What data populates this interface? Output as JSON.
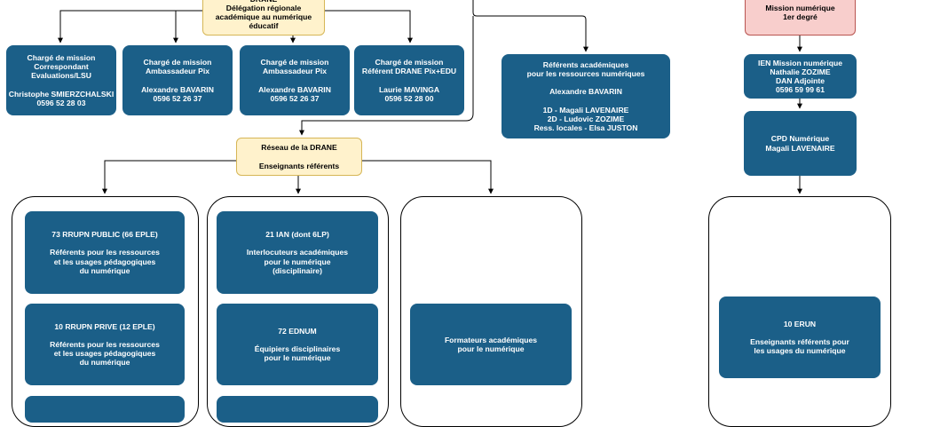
{
  "top": {
    "drane": [
      "DRANE",
      "Délégation régionale",
      "académique au numérique",
      "éducatif"
    ],
    "mission_premier_degre": [
      "Mission numérique",
      "1er degré"
    ]
  },
  "charges": [
    [
      "Chargé de mission",
      "Correspondant",
      "Evaluations/LSU",
      "",
      "Christophe SMIERZCHALSKI",
      "0596 52 28 03"
    ],
    [
      "Chargé de mission",
      "Ambassadeur Pix",
      "",
      "Alexandre BAVARIN",
      "0596 52 26 37"
    ],
    [
      "Chargé de mission",
      "Ambassadeur Pix",
      "",
      "Alexandre BAVARIN",
      "0596 52 26 37"
    ],
    [
      "Chargé de mission",
      "Référent DRANE Pix+EDU",
      "",
      "Laurie MAVINGA",
      "0596 52 28 00"
    ]
  ],
  "referents_ressources": [
    "Référents académiques",
    "pour les ressources numériques",
    "",
    "Alexandre BAVARIN",
    "",
    "1D - Magali LAVENAIRE",
    "2D - Ludovic ZOZIME",
    "Ress. locales - Elsa JUSTON"
  ],
  "reseau": [
    "Réseau de la DRANE",
    "",
    "Enseignants référents"
  ],
  "ien": [
    "IEN Mission numérique",
    "Nathalie ZOZIME",
    "DAN Adjointe",
    "0596 59 99 61"
  ],
  "cpd": [
    "CPD Numérique",
    "Magali LAVENAIRE"
  ],
  "groups": {
    "rrupn_public": [
      "73 RRUPN PUBLIC (66 EPLE)",
      "",
      "Référents pour les ressources",
      "et les usages pédagogiques",
      "du numérique"
    ],
    "rrupn_prive": [
      "10 RRUPN PRIVE (12 EPLE)",
      "",
      "Référents pour les ressources",
      "et les usages pédagogiques",
      "du numérique"
    ],
    "ian": [
      "21 IAN (dont 6LP)",
      "",
      "Interlocuteurs académiques",
      "pour le numérique",
      "(disciplinaire)"
    ],
    "ednum": [
      "72 EDNUM",
      "",
      "Équipiers disciplinaires",
      "pour le numérique"
    ],
    "formateurs": [
      "Formateurs académiques",
      "pour le numérique"
    ],
    "erun": [
      "10 ERUN",
      "",
      "Enseignants référents pour",
      "les usages du numérique"
    ]
  }
}
